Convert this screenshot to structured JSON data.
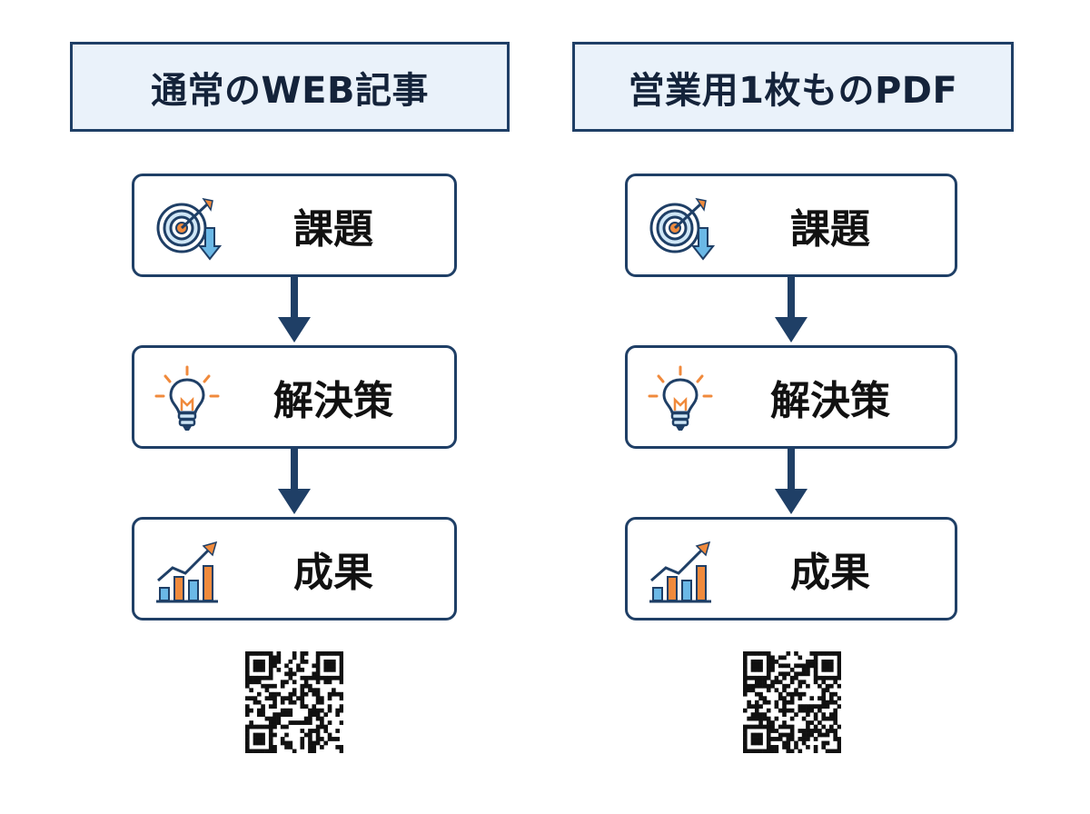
{
  "colors": {
    "border": "#1f3f66",
    "header_bg": "#eaf2fa",
    "accent_orange": "#f08a3c",
    "accent_blue": "#6bb8e6",
    "arrow": "#1f3f66"
  },
  "columns": [
    {
      "title": "通常のWEB記事",
      "steps": [
        {
          "label": "課題",
          "icon": "target-down-arrow-icon"
        },
        {
          "label": "解決策",
          "icon": "lightbulb-icon"
        },
        {
          "label": "成果",
          "icon": "growth-chart-icon"
        }
      ],
      "qr_icon": "qr-code-icon"
    },
    {
      "title": "営業用1枚ものPDF",
      "steps": [
        {
          "label": "課題",
          "icon": "target-down-arrow-icon"
        },
        {
          "label": "解決策",
          "icon": "lightbulb-icon"
        },
        {
          "label": "成果",
          "icon": "growth-chart-icon"
        }
      ],
      "qr_icon": "qr-code-icon"
    }
  ]
}
